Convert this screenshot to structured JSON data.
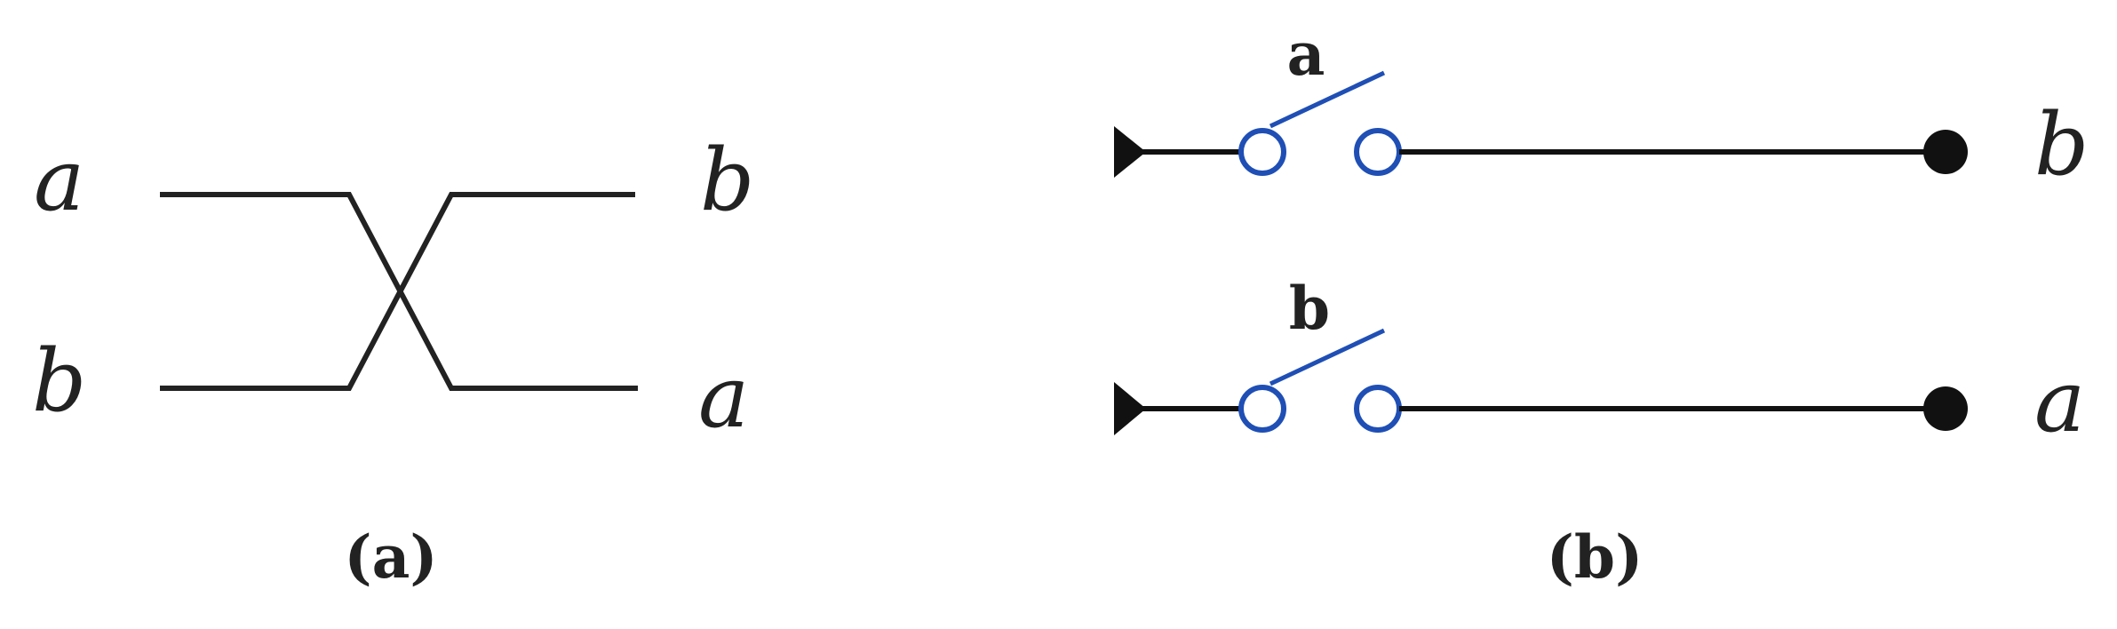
{
  "panel_a": {
    "left_top": "a",
    "left_bottom": "b",
    "right_top": "b",
    "right_bottom": "a",
    "caption": "(a)"
  },
  "panel_b": {
    "switch_top_label": "a",
    "switch_bottom_label": "b",
    "out_top": "b",
    "out_bottom": "a",
    "caption": "(b)"
  },
  "colors": {
    "line": "#222222",
    "switch": "#1f4fb5"
  }
}
